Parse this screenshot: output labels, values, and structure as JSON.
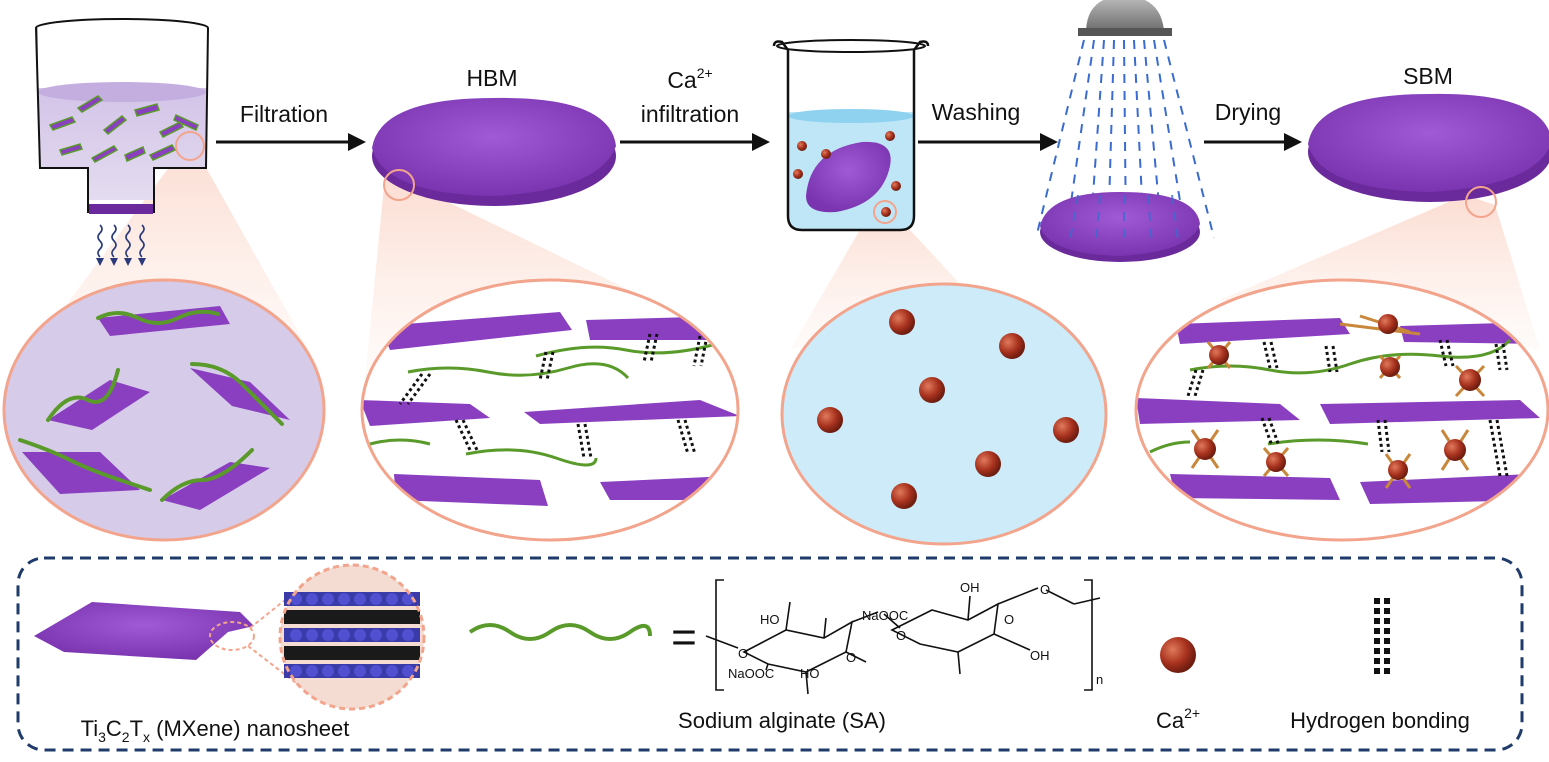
{
  "steps": {
    "filtration": "Filtration",
    "hbm": "HBM",
    "ca_label": "Ca",
    "ca_sup": "2+",
    "infiltration": "infiltration",
    "washing": "Washing",
    "drying": "Drying",
    "sbm": "SBM"
  },
  "legend": {
    "mxene_parts": [
      "Ti",
      "3",
      "C",
      "2",
      "T",
      "x",
      " (MXene) nanosheet"
    ],
    "sa_label": "Sodium alginate (SA)",
    "equals": "=",
    "ca_label": "Ca",
    "ca_sup": "2+",
    "hbond_label": "Hydrogen bonding"
  },
  "chem": {
    "ho_1": "HO",
    "naooc_1": "NaOOC",
    "ho_2": "HO",
    "naooc_2": "NaOOC",
    "oh_1": "OH",
    "oh_2": "OH",
    "o_1": "O",
    "o_2": "O",
    "o_3": "O",
    "o_4": "O",
    "o_5": "O",
    "n_sub": "n"
  },
  "colors": {
    "purple": "#8a3fc0",
    "purple_dark": "#6a2a9c",
    "green": "#5a9a2a",
    "ca": "#a8321e",
    "circle_border": "#f3a48c",
    "water": "#bfe6f7",
    "legend_border": "#1f3b6b"
  }
}
